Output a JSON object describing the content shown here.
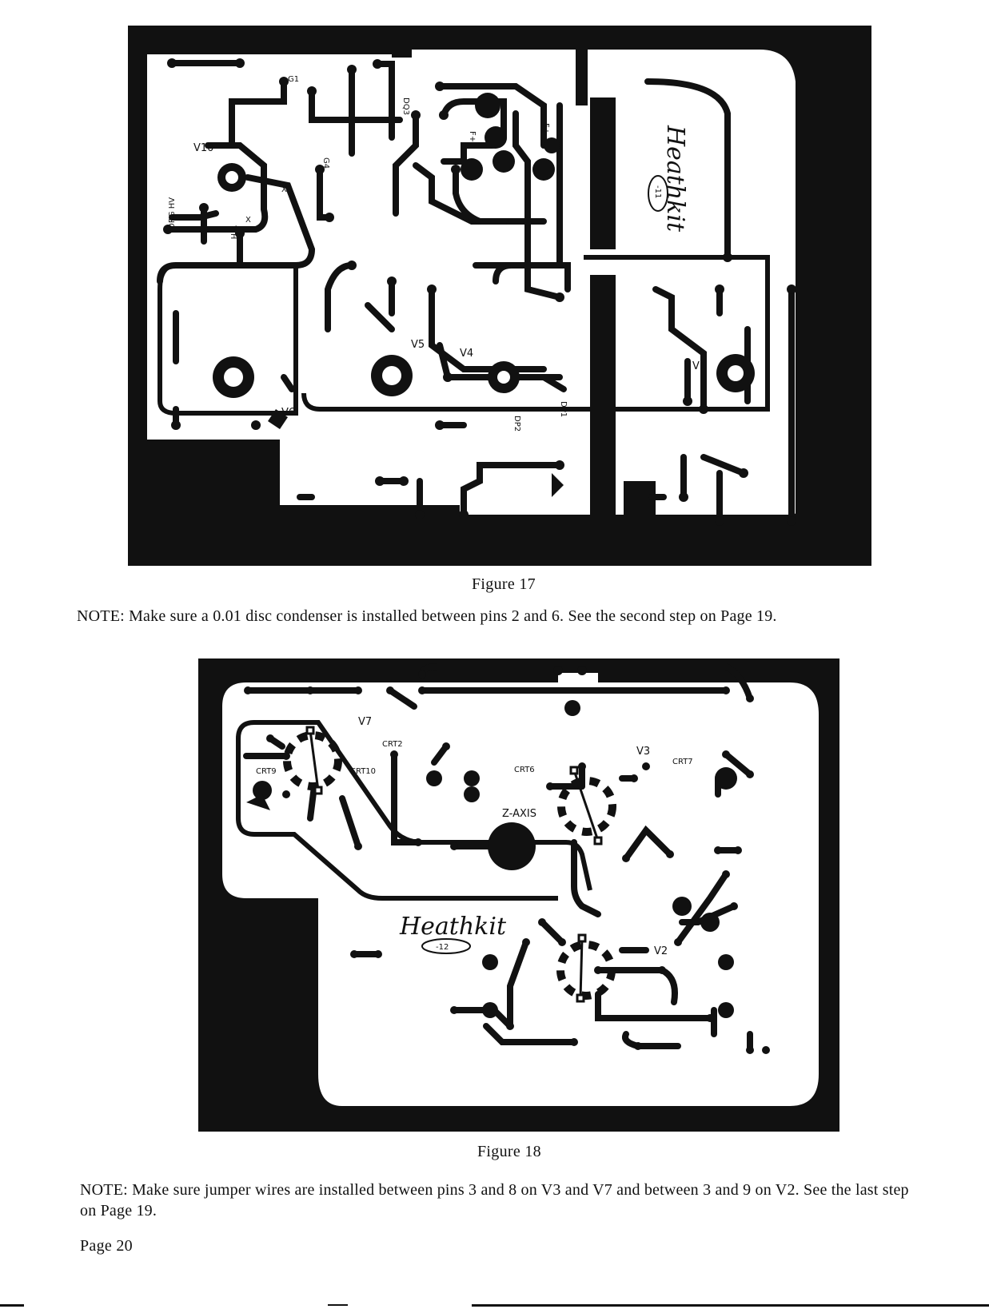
{
  "figure17": {
    "caption": "Figure 17",
    "labels": {
      "v10": "V10",
      "v5": "V5",
      "v4": "V4",
      "v6": "V6",
      "v1": "V1",
      "g1": "G1",
      "dq3": "DQ3",
      "g4": "G4",
      "f_plus_1": "F+",
      "f_plus_2": "F+",
      "f_minus": "F-",
      "x1": "X",
      "x2": "X",
      "wh": "WH",
      "org_hv": "ORG HV",
      "dp1": "DP1",
      "dp2": "DP2",
      "logo": "Heathkit",
      "logo_number": "-11"
    }
  },
  "note1": "NOTE:  Make sure a 0.01 disc condenser is installed between pins 2 and 6.  See the second step on Page 19.",
  "figure18": {
    "caption": "Figure 18",
    "labels": {
      "v7": "V7",
      "v3": "V3",
      "v2": "V2",
      "crt2": "CRT2",
      "crt9": "CRT9",
      "crt10": "CRT10",
      "crt6": "CRT6",
      "crt7": "CRT7",
      "zaxis": "Z-AXIS",
      "logo": "Heathkit",
      "logo_number": "-12"
    }
  },
  "note2": "NOTE:  Make  sure jumper wires are installed between pins 3 and 8 on V3 and V7 and between 3 and 9 on V2.  See the last step on Page 19.",
  "page_number": "Page 20",
  "colors": {
    "ink": "#111111",
    "paper": "#ffffff"
  }
}
